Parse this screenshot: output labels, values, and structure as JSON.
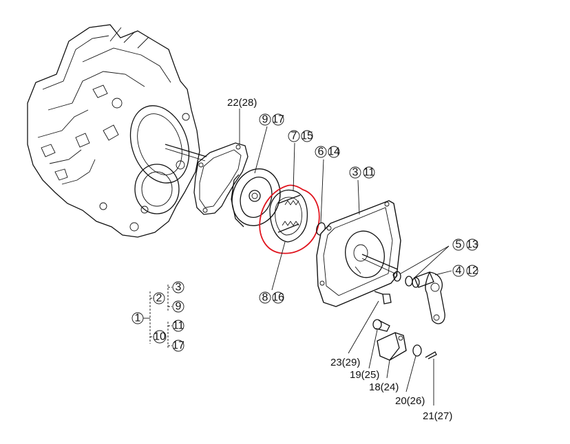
{
  "labels": {
    "gasket": "22(28)",
    "drum_9": "9",
    "drum_17": "17",
    "spring_7": "7",
    "spring_15": "15",
    "ring_6": "6",
    "ring_14": "14",
    "cover_3": "3",
    "cover_11": "11",
    "seal_5": "5",
    "seal_13": "13",
    "lever_4": "4",
    "lever_12": "12",
    "shoe_8": "8",
    "shoe_16": "16",
    "bolt": "23(29)",
    "pin": "19(25)",
    "bracket": "18(24)",
    "washer": "20(26)",
    "cotter": "21(27)"
  },
  "legend": {
    "n1": "1",
    "n2": "2",
    "n3": "3",
    "n9": "9",
    "n10": "10",
    "n11": "11",
    "n17": "17"
  },
  "colors": {
    "line": "#111111",
    "highlight": "#e0141e"
  }
}
